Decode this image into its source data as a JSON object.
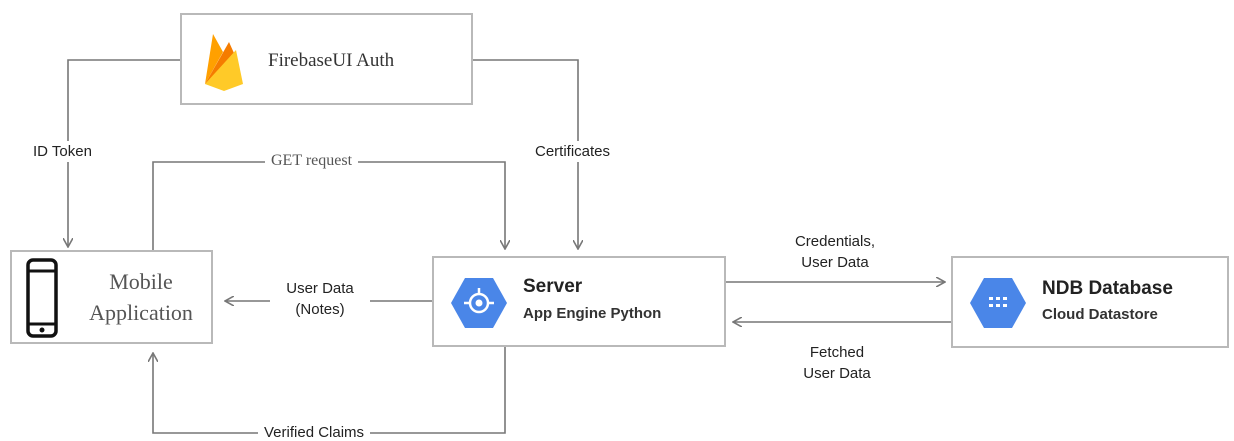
{
  "firebase": {
    "title": "FirebaseUI Auth"
  },
  "mobile": {
    "line1": "Mobile",
    "line2": "Application"
  },
  "server": {
    "title": "Server",
    "subtitle": "App Engine Python"
  },
  "database": {
    "title": "NDB Database",
    "subtitle": "Cloud Datastore"
  },
  "edges": {
    "id_token": "ID Token",
    "get_request": "GET request",
    "certificates": "Certificates",
    "user_data_line1": "User Data",
    "user_data_line2": "(Notes)",
    "credentials_line1": "Credentials,",
    "credentials_line2": "User Data",
    "fetched_line1": "Fetched",
    "fetched_line2": "User Data",
    "verified_claims": "Verified Claims"
  },
  "colors": {
    "gcp_blue": "#4a86e8",
    "firebase_orange": "#f6a623",
    "firebase_yellow": "#ffca28",
    "border": "#b9b9b9",
    "wire": "#777777"
  },
  "icons": [
    "firebase-icon",
    "smartphone-icon",
    "app-engine-icon",
    "datastore-icon"
  ]
}
